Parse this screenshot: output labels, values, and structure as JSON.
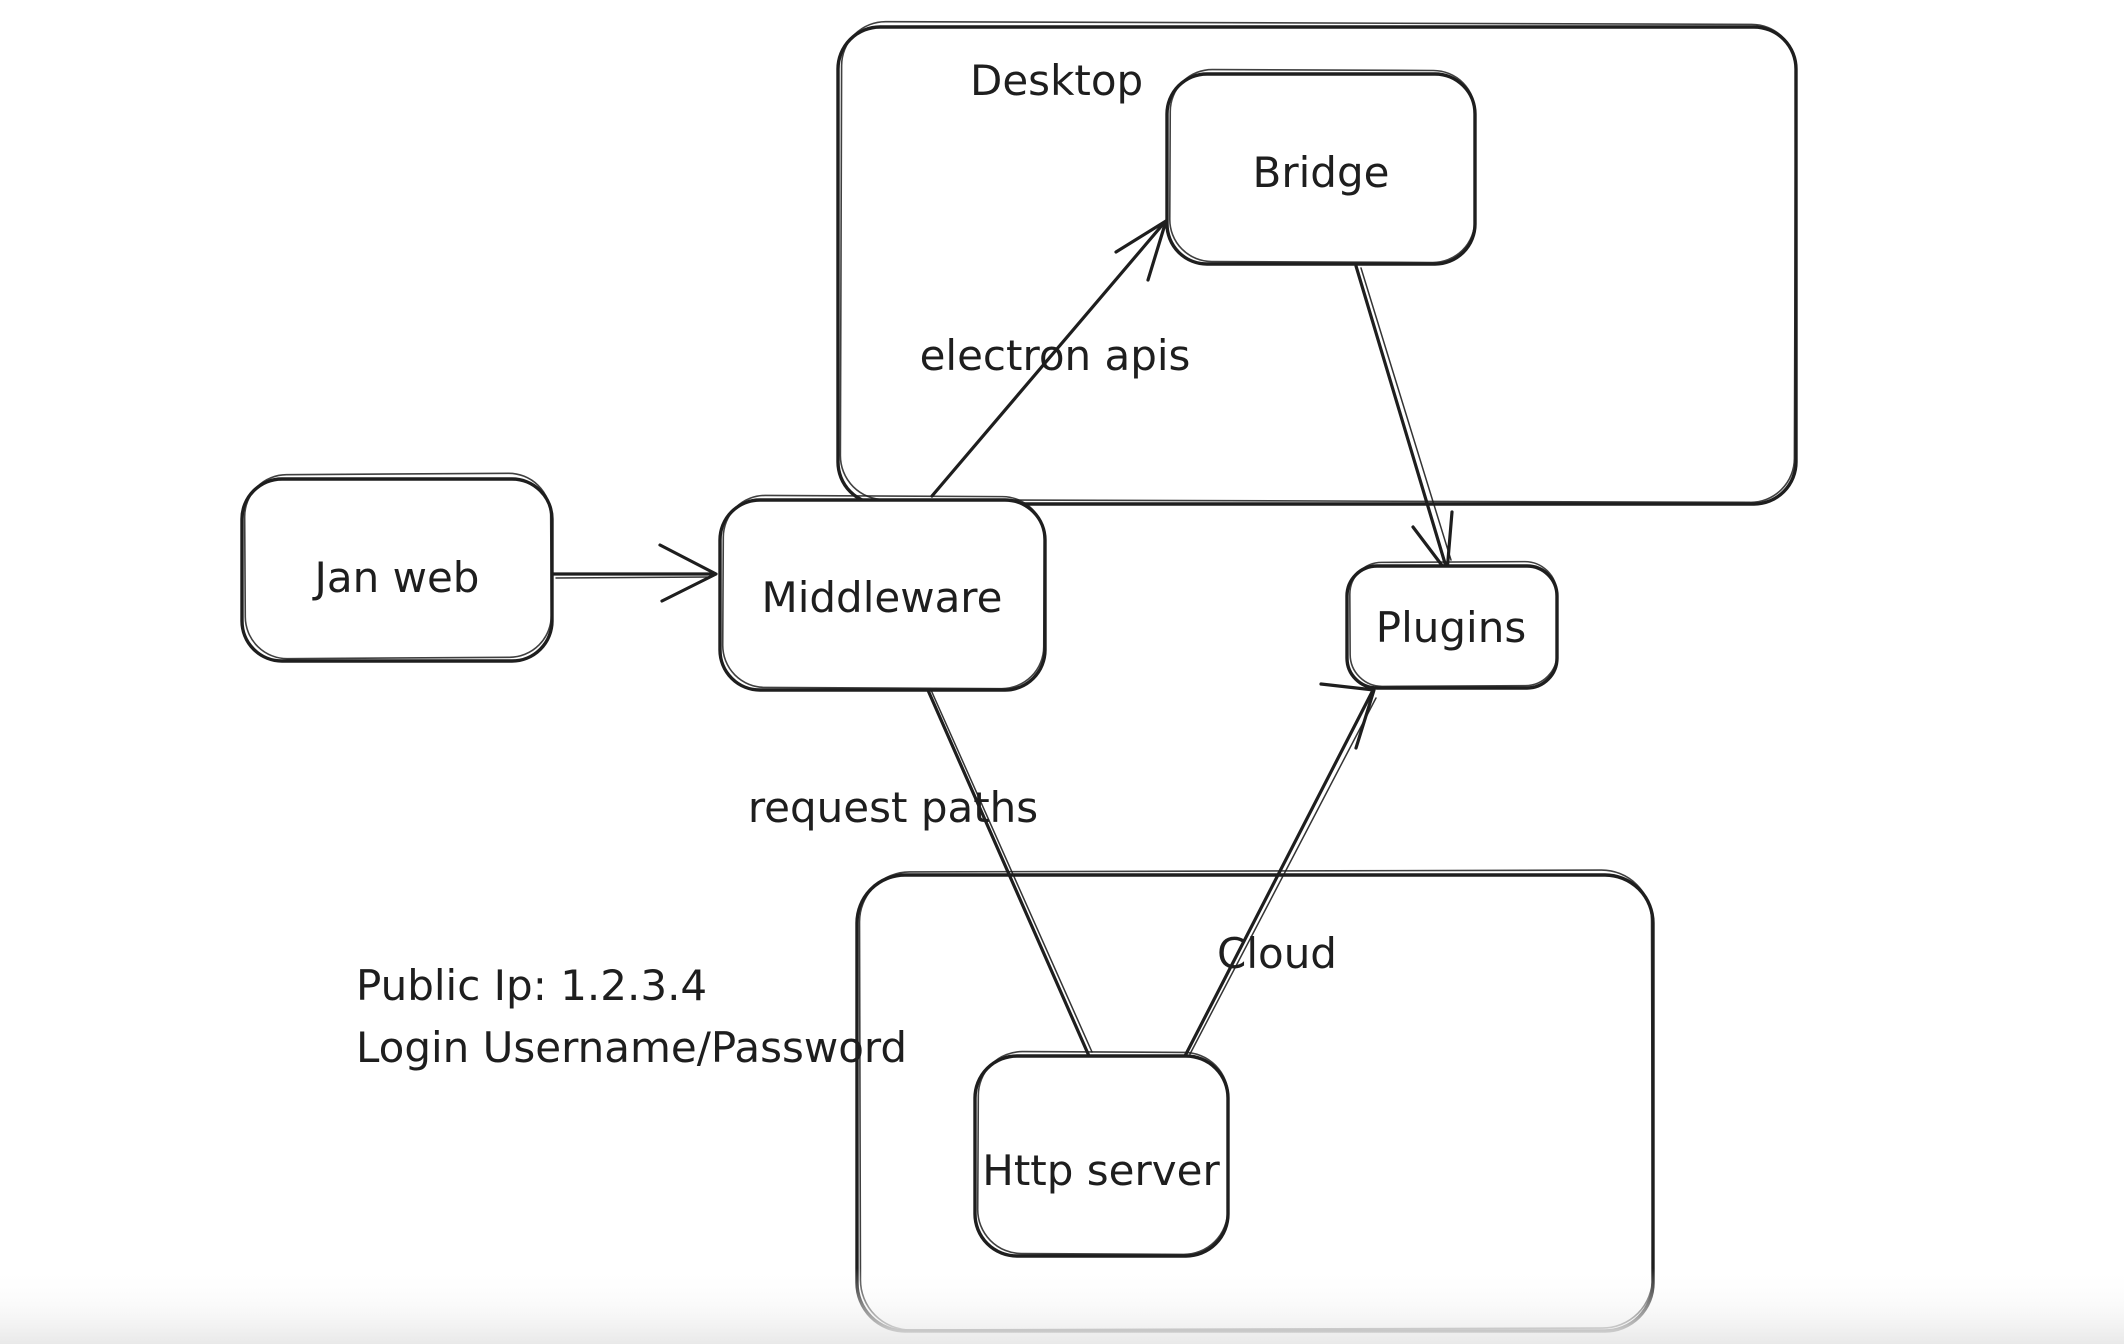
{
  "diagram": {
    "containers": {
      "desktop": {
        "label": "Desktop"
      },
      "cloud": {
        "label": "Cloud"
      }
    },
    "nodes": {
      "jan_web": {
        "label": "Jan web"
      },
      "middleware": {
        "label": "Middleware"
      },
      "bridge": {
        "label": "Bridge"
      },
      "plugins": {
        "label": "Plugins"
      },
      "http_server": {
        "label": "Http server"
      }
    },
    "edges": {
      "jan_web_to_middleware": {
        "label": ""
      },
      "middleware_to_bridge": {
        "label": "electron apis"
      },
      "bridge_to_plugins": {
        "label": ""
      },
      "middleware_to_http_server": {
        "label": "request paths"
      },
      "http_server_to_plugins": {
        "label": ""
      }
    },
    "annotations": {
      "public_ip": "Public Ip: 1.2.3.4",
      "login": "Login Username/Password"
    },
    "colors": {
      "stroke": "#1e1e1e",
      "background": "#ffffff",
      "bottom_fade": "#e9e9e9"
    }
  }
}
